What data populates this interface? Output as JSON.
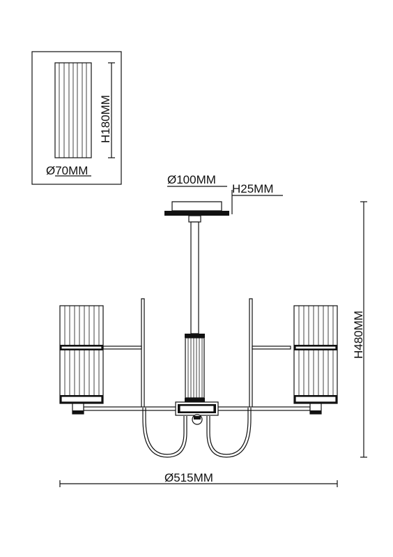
{
  "detail_view": {
    "height_label": "H180MM",
    "diameter_label": "Ø70MM"
  },
  "canopy": {
    "diameter_label": "Ø100MM",
    "height_label": "H25MM"
  },
  "overall": {
    "height_label": "H480MM",
    "diameter_label": "Ø515MM"
  }
}
